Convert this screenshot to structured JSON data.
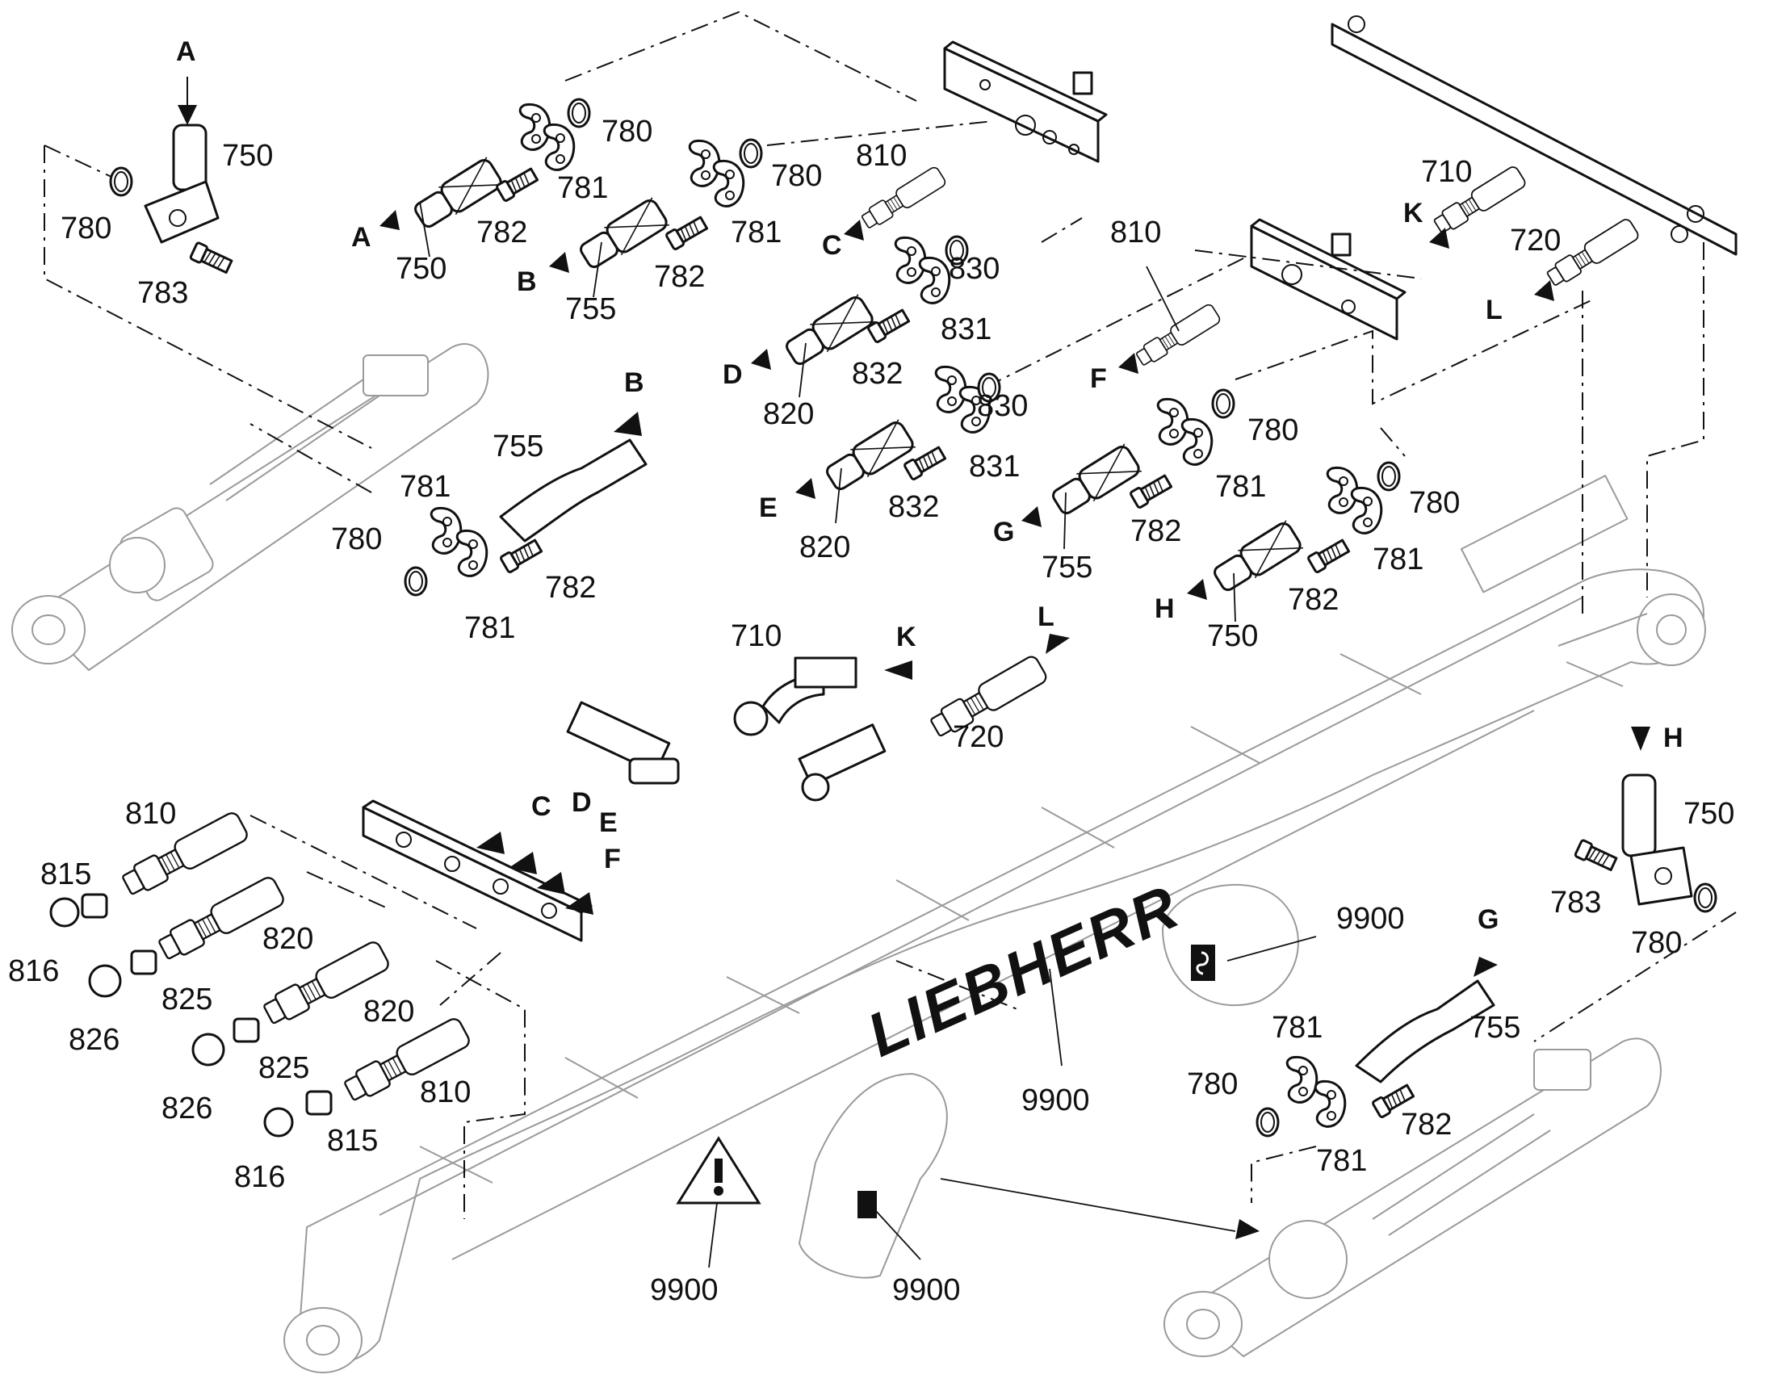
{
  "brand": "LIEBHERR",
  "callouts": {
    "n750": "750",
    "n755": "755",
    "n780": "780",
    "n781": "781",
    "n782": "782",
    "n783": "783",
    "n810": "810",
    "n815": "815",
    "n816": "816",
    "n820": "820",
    "n825": "825",
    "n826": "826",
    "n830": "830",
    "n831": "831",
    "n832": "832",
    "n710": "710",
    "n720": "720",
    "n9900": "9900"
  },
  "letters": {
    "A": "A",
    "B": "B",
    "C": "C",
    "D": "D",
    "E": "E",
    "F": "F",
    "G": "G",
    "H": "H",
    "K": "K",
    "L": "L"
  },
  "icons": [
    "warning-triangle-icon",
    "hook-icon"
  ]
}
